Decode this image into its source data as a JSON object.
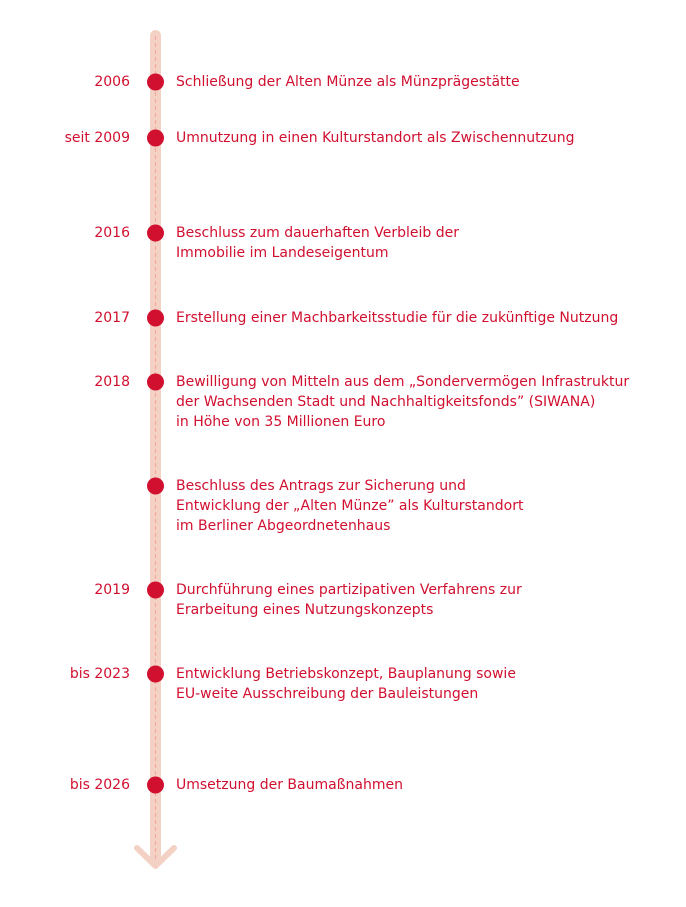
{
  "colors": {
    "accent": "#d10f2f",
    "line": "#f3d2c5",
    "line_dash": "#f7a9a0"
  },
  "timeline": {
    "entries": [
      {
        "year": "2006",
        "lines": [
          "Schließung der Alten Münze als Münzprägestätte"
        ]
      },
      {
        "year": "seit 2009",
        "lines": [
          "Umnutzung in einen Kulturstandort als Zwischennutzung"
        ]
      },
      {
        "year": "2016",
        "lines": [
          "Beschluss zum dauerhaften Verbleib der",
          "Immobilie im Landeseigentum"
        ]
      },
      {
        "year": "2017",
        "lines": [
          "Erstellung einer Machbarkeitsstudie für die zukünftige Nutzung"
        ]
      },
      {
        "year": "2018",
        "lines": [
          "Bewilligung von Mitteln aus dem „Sondervermögen Infrastruktur",
          "der Wachsenden Stadt und Nachhaltigkeitsfonds” (SIWANA)",
          "in Höhe von 35 Millionen Euro"
        ]
      },
      {
        "year": "",
        "lines": [
          "Beschluss des Antrags zur Sicherung und",
          "Entwicklung der „Alten Münze” als Kulturstandort",
          "im Berliner Abgeordnetenhaus"
        ]
      },
      {
        "year": "2019",
        "lines": [
          "Durchführung eines partizipativen Verfahrens zur",
          "Erarbeitung eines Nutzungskonzepts"
        ]
      },
      {
        "year": "bis 2023",
        "lines": [
          "Entwicklung Betriebskonzept, Bauplanung sowie",
          "EU-weite Ausschreibung der Bauleistungen"
        ]
      },
      {
        "year": "bis 2026",
        "lines": [
          "Umsetzung der Baumaßnahmen"
        ]
      }
    ]
  }
}
